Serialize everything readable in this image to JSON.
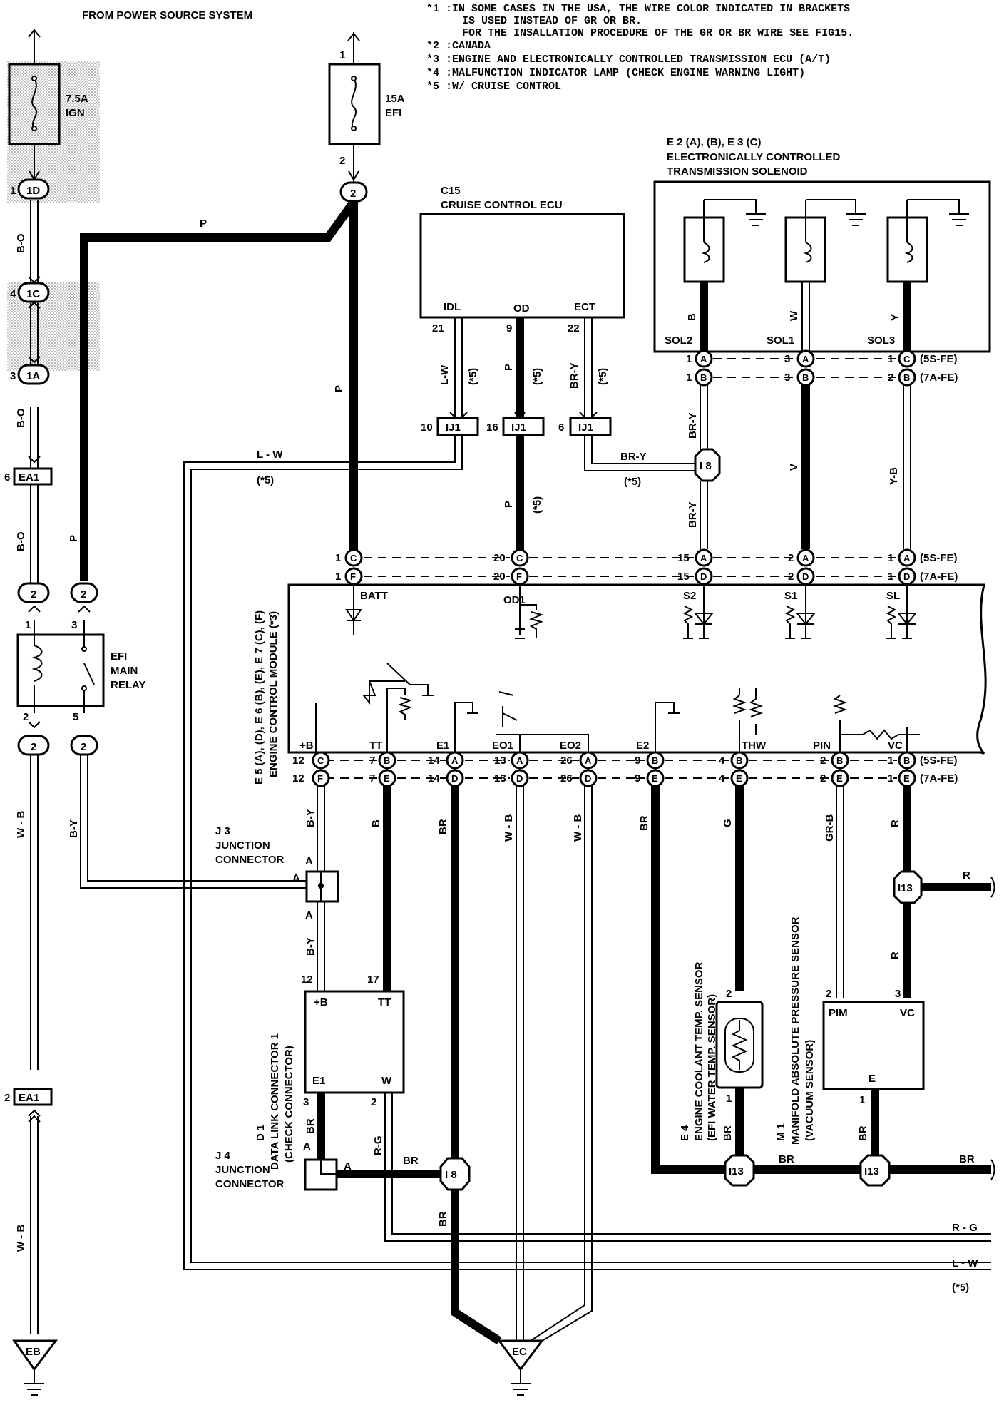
{
  "header": {
    "source": "FROM POWER SOURCE SYSTEM",
    "notes": [
      "*1 :IN SOME CASES IN THE USA, THE WIRE COLOR INDICATED IN BRACKETS",
      "IS USED INSTEAD OF GR OR BR.",
      "FOR THE INSALLATION PROCEDURE OF THE GR OR BR WIRE SEE FIG15.",
      "*2 :CANADA",
      "*3 :ENGINE AND ELECTRONICALLY CONTROLLED TRANSMISSION ECU (A/T)",
      "*4 :MALFUNCTION INDICATOR LAMP (CHECK ENGINE WARNING LIGHT)",
      "*5 :W/ CRUISE CONTROL"
    ]
  },
  "fuses": {
    "ign": {
      "rating": "7.5A",
      "name": "IGN"
    },
    "efi": {
      "rating": "15A",
      "name": "EFI"
    }
  },
  "connectors": {
    "td": "1D",
    "ic": "1C",
    "ia": "1A",
    "two": "2",
    "ea1": "EA1",
    "ij1": "IJ1",
    "i8": "I 8",
    "i13": "I13"
  },
  "wires": {
    "bo": "B-O",
    "p": "P",
    "lw": "L-W",
    "lw_s": "L - W",
    "bry": "BR-Y",
    "b": "B",
    "w": "W",
    "y": "Y",
    "v": "V",
    "yb": "Y-B",
    "wb": "W-B",
    "wb_s": "W - B",
    "by": "B-Y",
    "br": "BR",
    "g": "G",
    "grb": "GR-B",
    "r": "R",
    "rg": "R-G",
    "rg_s": "R - G",
    "star5": "(*5)"
  },
  "components": {
    "c15": {
      "id": "C15",
      "name": "CRUISE CONTROL ECU",
      "pins": [
        "IDL",
        "OD",
        "ECT"
      ]
    },
    "solenoid": {
      "id": "E 2 (A), (B), E 3 (C)",
      "name1": "ELECTRONICALLY CONTROLLED",
      "name2": "TRANSMISSION SOLENOID",
      "pins": [
        "SOL2",
        "SOL1",
        "SOL3"
      ]
    },
    "relay": {
      "name1": "EFI",
      "name2": "MAIN",
      "name3": "RELAY"
    },
    "ecm": {
      "label1": "E 5 (A), (D), E 6 (B), (E), E 7 (C), (F)",
      "label2": "ENGINE CONTROL MODULE (*3)",
      "top_pins": [
        "BATT",
        "OD1",
        "S2",
        "S1",
        "SL"
      ],
      "bottom_pins": [
        "+B",
        "TT",
        "E1",
        "EO1",
        "EO2",
        "E2",
        "THW",
        "PIN",
        "VC"
      ]
    },
    "j3": {
      "id": "J 3",
      "name1": "JUNCTION",
      "name2": "CONNECTOR"
    },
    "j4": {
      "id": "J 4",
      "name1": "JUNCTION",
      "name2": "CONNECTOR"
    },
    "d1": {
      "label1": "D 1",
      "label2": "DATA LINK CONNECTOR 1",
      "label3": "(CHECK CONNECTOR)",
      "pins": [
        "+B",
        "TT",
        "E1",
        "W"
      ]
    },
    "e4": {
      "label1": "E 4",
      "label2": "ENGINE COOLANT TEMP. SENSOR",
      "label3": "(EFI WATER TEMP. SENSOR)"
    },
    "m1": {
      "label1": "M 1",
      "label2": "MANIFOLD ABSOLUTE PRESSURE SENSOR",
      "label3": "(VACUUM SENSOR)",
      "pins": [
        "PIM",
        "VC",
        "E"
      ]
    }
  },
  "variants": {
    "fe5s": "(5S-FE)",
    "fe7a": "(7A-FE)"
  },
  "grounds": {
    "eb": "EB",
    "ec": "EC"
  }
}
